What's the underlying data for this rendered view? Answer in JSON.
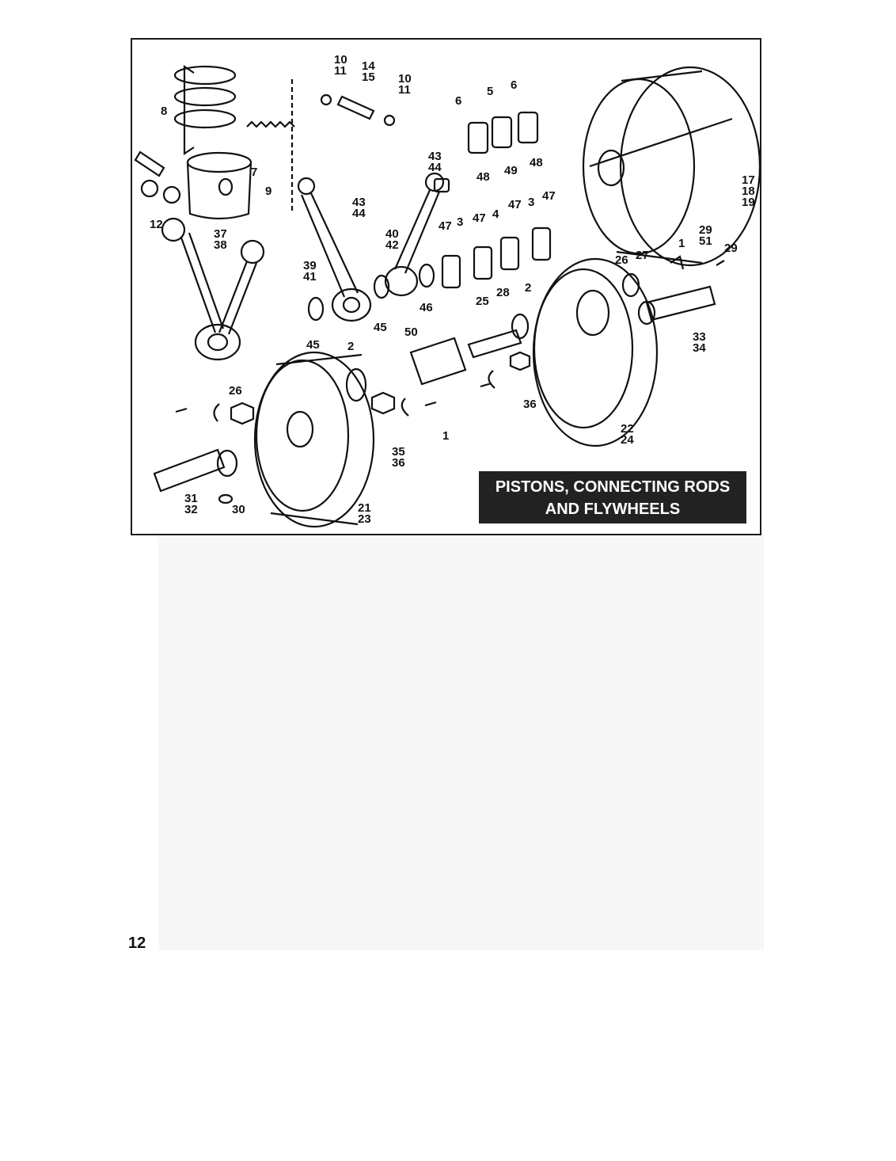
{
  "figure": {
    "title_line1": "PISTONS, CONNECTING RODS",
    "title_line2": "AND FLYWHEELS",
    "callouts": [
      "10",
      "11",
      "14",
      "15",
      "10",
      "11",
      "8",
      "7",
      "9",
      "12",
      "6",
      "5",
      "6",
      "48",
      "49",
      "48",
      "43",
      "44",
      "43",
      "44",
      "37",
      "38",
      "39",
      "41",
      "40",
      "42",
      "47",
      "3",
      "47",
      "4",
      "47",
      "3",
      "47",
      "17",
      "18",
      "19",
      "1",
      "29",
      "51",
      "29",
      "26",
      "27",
      "33",
      "34",
      "46",
      "25",
      "28",
      "2",
      "45",
      "45",
      "50",
      "2",
      "36",
      "26",
      "35",
      "36",
      "1",
      "22",
      "24",
      "31",
      "32",
      "30",
      "21",
      "23"
    ]
  },
  "page": {
    "number": "12"
  },
  "colors": {
    "ink": "#111111",
    "title_bg": "#222222",
    "title_fg": "#ffffff"
  }
}
